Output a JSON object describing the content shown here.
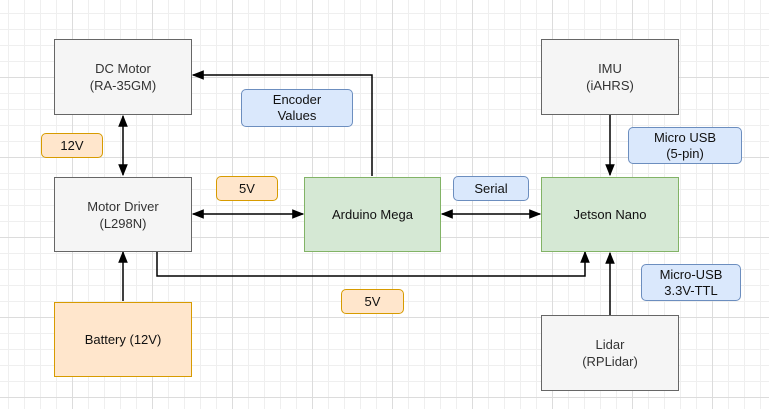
{
  "nodes": {
    "dc_motor": "DC Motor\n(RA-35GM)",
    "motor_driver": "Motor Driver\n(L298N)",
    "battery": "Battery (12V)",
    "arduino": "Arduino Mega",
    "jetson": "Jetson Nano",
    "imu": "IMU\n(iAHRS)",
    "lidar": "Lidar\n(RPLidar)"
  },
  "labels": {
    "encoder": "Encoder\nValues",
    "v12": "12V",
    "v5_top": "5V",
    "serial": "Serial",
    "micro_usb": "Micro USB\n(5-pin)",
    "micro_usb_ttl": "Micro-USB\n3.3V-TTL",
    "v5_bottom": "5V"
  },
  "colors": {
    "gray_fill": "#f5f5f5",
    "green_fill": "#d5e8d4",
    "orange_fill": "#ffe6cc",
    "blue_fill": "#dae8fc",
    "edge": "#000000"
  }
}
